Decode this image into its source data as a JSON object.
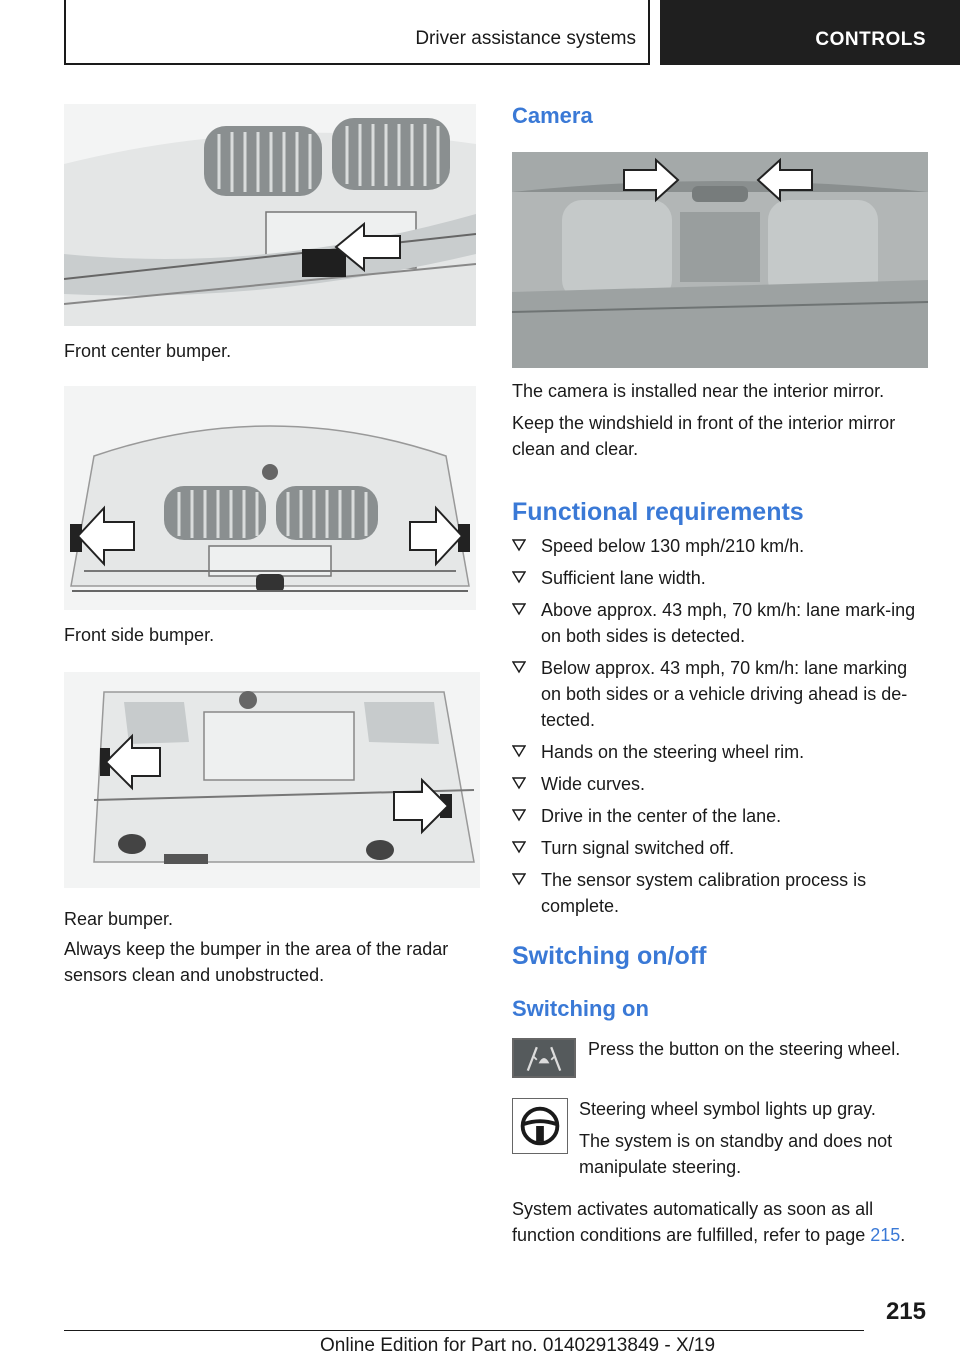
{
  "header": {
    "section": "Driver assistance systems",
    "tab": "CONTROLS"
  },
  "left": {
    "caption1": "Front center bumper.",
    "caption2": "Front side bumper.",
    "caption3": "Rear bumper.",
    "body": "Always keep the bumper in the area of the radar sensors clean and unobstructed."
  },
  "right": {
    "camera_heading": "Camera",
    "camera_p1": "The camera is installed near the interior mirror.",
    "camera_p2": "Keep the windshield in front of the interior mirror clean and clear.",
    "func_heading": "Functional requirements",
    "requirements": [
      "Speed below 130 mph/210 km/h.",
      "Sufficient lane width.",
      "Above approx. 43 mph, 70 km/h: lane mark-ing on both sides is detected.",
      "Below approx. 43 mph, 70 km/h: lane marking on both sides or a vehicle driving ahead is de-tected.",
      "Hands on the steering wheel rim.",
      "Wide curves.",
      "Drive in the center of the lane.",
      "Turn signal switched off.",
      "The sensor system calibration process is complete."
    ],
    "switch_heading": "Switching on/off",
    "switch_on_heading": "Switching on",
    "press_text": "Press the button on the steering wheel.",
    "gray_text": "Steering wheel symbol lights up gray.",
    "standby_text": "The system is on standby and does not manipulate steering.",
    "auto_text": "System activates automatically as soon as all function conditions are fulfilled, refer to page",
    "auto_page": "215",
    "auto_end": "."
  },
  "footer": {
    "page_number": "215",
    "edition": "Online Edition for Part no. 01402913849 - X/19"
  }
}
